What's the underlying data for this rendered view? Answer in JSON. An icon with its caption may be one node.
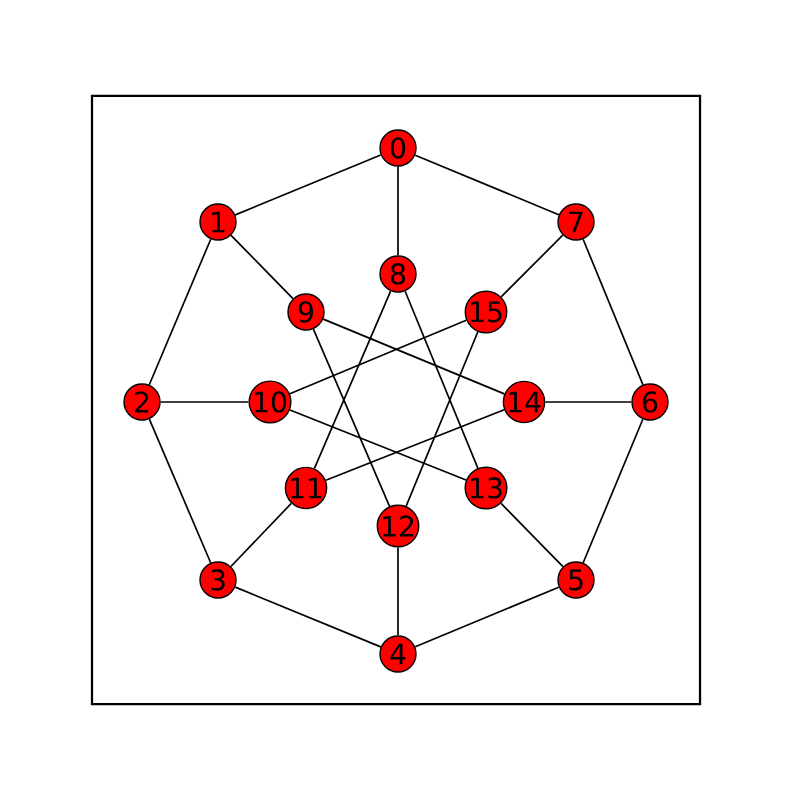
{
  "diagram": {
    "nodes": [
      {
        "text": [
          "0"
        ]
      },
      {
        "text": [
          "1"
        ]
      },
      {
        "text": [
          "2"
        ]
      },
      {
        "text": [
          "3"
        ]
      },
      {
        "text": [
          "4"
        ]
      },
      {
        "text": [
          "5"
        ]
      },
      {
        "text": [
          "6"
        ]
      },
      {
        "text": [
          "7"
        ]
      },
      {
        "text": [
          "8"
        ]
      },
      {
        "text": [
          "9"
        ]
      },
      {
        "text": [
          "10"
        ]
      },
      {
        "text": [
          "11"
        ]
      },
      {
        "text": [
          "12"
        ]
      },
      {
        "text": [
          "13"
        ]
      },
      {
        "text": [
          "14"
        ]
      },
      {
        "text": [
          "15"
        ]
      }
    ],
    "edges": [
      {
        "from": 0,
        "to": 1,
        "arrow": "none"
      },
      {
        "from": 1,
        "to": 2,
        "arrow": "none"
      },
      {
        "from": 2,
        "to": 3,
        "arrow": "none"
      },
      {
        "from": 3,
        "to": 4,
        "arrow": "none"
      },
      {
        "from": 4,
        "to": 5,
        "arrow": "none"
      },
      {
        "from": 5,
        "to": 6,
        "arrow": "none"
      },
      {
        "from": 6,
        "to": 7,
        "arrow": "none"
      },
      {
        "from": 7,
        "to": 0,
        "arrow": "none"
      },
      {
        "from": 0,
        "to": 8,
        "arrow": "none"
      },
      {
        "from": 1,
        "to": 9,
        "arrow": "none"
      },
      {
        "from": 2,
        "to": 10,
        "arrow": "none"
      },
      {
        "from": 3,
        "to": 11,
        "arrow": "none"
      },
      {
        "from": 4,
        "to": 12,
        "arrow": "none"
      },
      {
        "from": 5,
        "to": 13,
        "arrow": "none"
      },
      {
        "from": 6,
        "to": 14,
        "arrow": "none"
      },
      {
        "from": 7,
        "to": 15,
        "arrow": "none"
      },
      {
        "from": 8,
        "to": 11,
        "arrow": "none"
      },
      {
        "from": 8,
        "to": 13,
        "arrow": "none"
      },
      {
        "from": 9,
        "to": 12,
        "arrow": "none"
      },
      {
        "from": 9,
        "to": 14,
        "arrow": "none"
      },
      {
        "from": 10,
        "to": 13,
        "arrow": "none"
      },
      {
        "from": 10,
        "to": 15,
        "arrow": "none"
      },
      {
        "from": 11,
        "to": 14,
        "arrow": "none"
      },
      {
        "from": 12,
        "to": 15,
        "arrow": "none"
      }
    ]
  }
}
